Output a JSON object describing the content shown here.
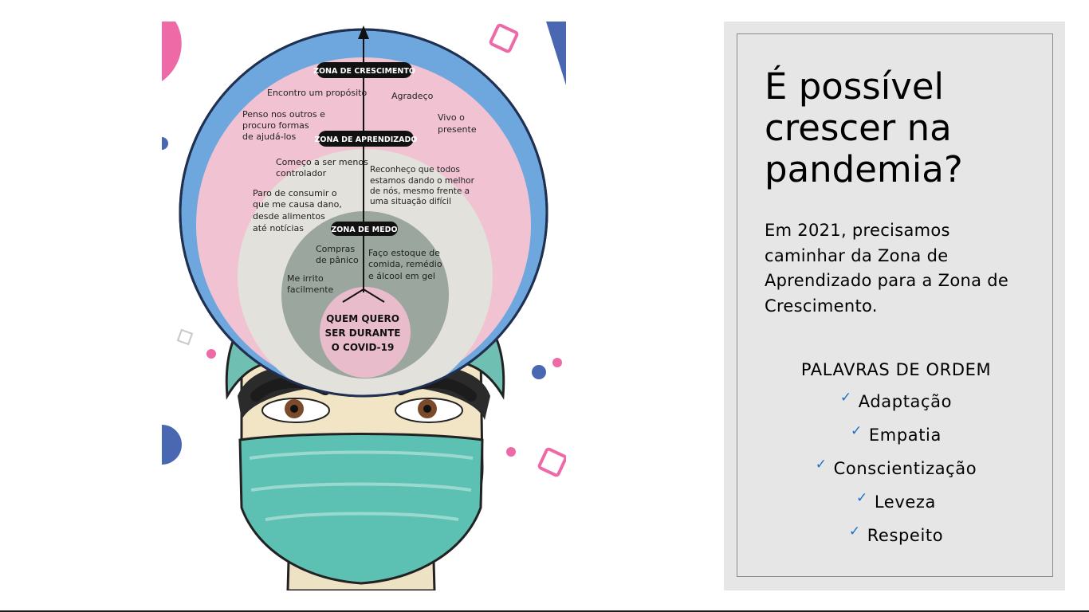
{
  "illustration": {
    "zones": {
      "growth": {
        "label": "ZONA DE CRESCIMENTO",
        "items": [
          "Encontro um propósito",
          "Agradeço",
          "Penso nos outros e",
          "procuro formas",
          "de ajudá-los",
          "Vivo o",
          "presente"
        ]
      },
      "learning": {
        "label": "ZONA DE APRENDIZADO",
        "items": [
          "Começo a ser menos",
          "controlador",
          "Reconheço que todos",
          "estamos dando o melhor",
          "de nós, mesmo frente a",
          "uma situação difícil",
          "Paro de consumir o",
          "que me causa dano,",
          "desde alimentos",
          "até notícias"
        ]
      },
      "fear": {
        "label": "ZONA DE MEDO",
        "items": [
          "Compras",
          "de pânico",
          "Faço estoque de",
          "comida, remédio",
          "e álcool em gel",
          "Me irrito",
          "facilmente"
        ]
      },
      "center": [
        "QUEM QUERO",
        "SER DURANTE",
        "O COVID-19"
      ]
    },
    "colors": {
      "pink": "#ee6aa7",
      "blue": "#4a67b2",
      "brain_outer": "#6ea7dd",
      "growth": "#f1c3d2",
      "learning": "#e3e1dc",
      "fear": "#9aa69e",
      "center": "#e9bccc",
      "mask": "#5cc0b2",
      "cap": "#6fbfb3"
    }
  },
  "slide": {
    "title": "É possível crescer na pandemia?",
    "body": "Em 2021, precisamos caminhar da Zona de Aprendizado para a Zona de Crescimento.",
    "words_heading": "PALAVRAS DE ORDEM",
    "check_symbol": "✓",
    "words": [
      "Adaptação",
      "Empatia",
      "Conscientização",
      "Leveza",
      "Respeito"
    ]
  }
}
